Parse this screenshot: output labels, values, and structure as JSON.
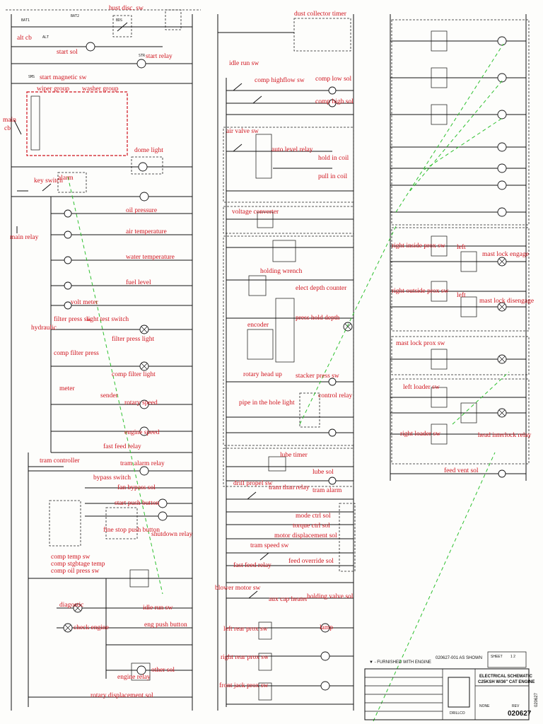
{
  "colors": {
    "annotation": "#d0141e",
    "jumper": "#2ec02e",
    "wire": "#111111"
  },
  "labels": {
    "bust_disc_sw": "bust disc. sw",
    "alt_cb": "alt cb",
    "start_sol": "start sol",
    "start_relay": "start relay",
    "start_magnetic_sw": "start magnetic sw",
    "wiper_group": "wiper group",
    "washer_group": "washer group",
    "main_cb": "main\ncb",
    "dome_light": "dome light",
    "key_switch": "key switch",
    "alarm": "alarm",
    "main_relay": "main relay",
    "oil_pressure": "oil pressure",
    "air_temperature": "air temperature",
    "water_temperature": "water temperature",
    "fuel_level": "fuel level",
    "volt_meter": "volt meter",
    "filter_press_sw": "filter press sw",
    "light_test_switch": "light test switch",
    "hydraulic": "hydraulic",
    "filter_press_light": "filter press light",
    "comp_filter_press": "comp filter press",
    "comp_filter_light": "comp filter light",
    "meter": "meter",
    "sender": "sender",
    "rotary_speed": "rotary speed",
    "engine_speed": "engine speed",
    "fast_feed_relay": "fast feed relay",
    "tram_controller": "tram controller",
    "tram_alarm_relay": "tram alarm relay",
    "bypass_switch": "bypass switch",
    "fan_bypass_sol": "fan bypass sol",
    "start_push_button": "start push button",
    "fine_stop_push_button": "fine stop push button",
    "shutdown_relay": "shutdown relay",
    "comp_temp_sw": "comp temp sw",
    "comp_stgbtage_temp": "comp stgbtage temp",
    "comp_oil_press_sw": "comp oil press sw",
    "diagostic": "diagostic",
    "idle_run_sw": "idle run sw",
    "eng_push_button": "eng push button",
    "check_engine": "check engine",
    "other_sol": "other sol",
    "engine_relay": "engine relay",
    "rotary_displacement_sol": "rotary displacement sol",
    "dust_collector_timer": "dust collector timer",
    "idle_run_sw_2": "idle run sw",
    "comp_highflow_sw": "comp highflow sw",
    "comp_low_sol": "comp low sol",
    "comp_high_sol": "comp high sol",
    "air_valve_sw": "air valve sw",
    "auto_level_relay": "auto level relay",
    "hold_in_coil": "hold in coil",
    "pull_in_coil": "pull in coil",
    "voltage_converter": "voltage converter",
    "holding_wrench": "holding wrench",
    "elect_depth_counter": "elect depth counter",
    "press_hold_depth": "press hold depth",
    "encoder": "encoder",
    "rotary_head_up": "rotary head up",
    "stacker_press_sw": "stacker press sw",
    "pipe_in_the_hole_light": "pipe in the hole light",
    "control_relay": "control relay",
    "lube_timer": "lube timer",
    "drill_propel_sw": "drill propel sw",
    "lube_sol": "lube sol",
    "tram_than_relay": "tram than relay",
    "tram_alarm": "tram alarm",
    "mode_ctrl_sol": "mode ctrl sol",
    "torque_ctrl_sol": "torque ctrl sol",
    "motor_displacement_sol": "motor displacement sol",
    "tram_speed_sw": "tram speed sw",
    "feed_override_sol": "feed override sol",
    "fast_feed_relay_2": "fast feed relay",
    "blower_motor_sw": "blower motor sw",
    "aux_cap_heater": "aux cap heater",
    "holding_valve_sol": "holding valve sol",
    "left_rear_prox_sw": "left rear prox sw",
    "lamp": "lamp",
    "right_rear_prox_sw": "right rear prox sw",
    "front_jack_prox_sw": "front jack prox sw",
    "right_inside_prox_sw": "right inside prox sw",
    "left": "left",
    "mast_lock_engage": "mast lock engage",
    "right_outside_prox_sw": "right outside prox sw",
    "left_2": "left",
    "mast_lock_disengage": "mast lock disengage",
    "mast_lock_prox_sw": "mast lock prox sw",
    "left_loader_sw": "left loader sw",
    "right_loader_sw": "right loader sw",
    "head_interlock_relay": "head interlock relay",
    "feed_vent_sol": "feed vent sol"
  },
  "title_block": {
    "furnished_note": "▼ - FURNISHED WITH ENGINE",
    "dwg_ref": "020627-001 AS SHOWN",
    "sheet_label": "SHEET",
    "sheet_value": "1 2",
    "title_line1": "ELECTRICAL SCHEMATIC",
    "title_line2": "C25KSH W/36\" CAT ENGINE",
    "dwg_number": "020627",
    "company": "DRILLCO",
    "scale": "NONE",
    "rev": "REV",
    "side_code": "020627"
  }
}
